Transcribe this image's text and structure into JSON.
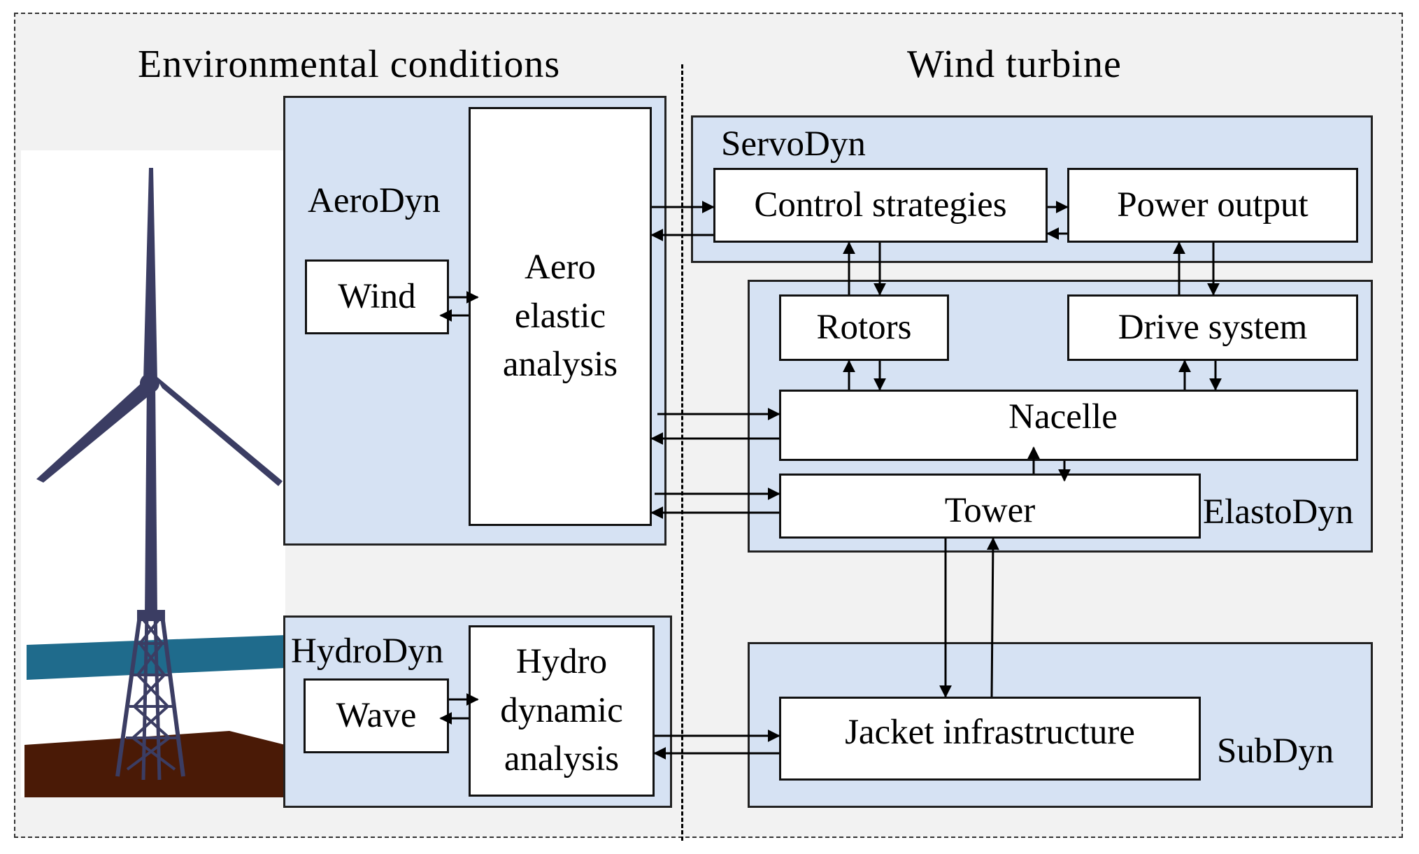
{
  "headings": {
    "environmental": "Environmental  conditions",
    "wind_turbine": "Wind turbine"
  },
  "modules": {
    "aerodyn": "AeroDyn",
    "hydrodyn": "HydroDyn",
    "servodyn": "ServoDyn",
    "elastodyn": "ElastoDyn",
    "subdyn": "SubDyn"
  },
  "boxes": {
    "wind": "Wind",
    "aero_analysis": [
      "Aero",
      "elastic",
      "analysis"
    ],
    "wave": "Wave",
    "hydro_analysis": [
      "Hydro",
      "dynamic",
      "analysis"
    ],
    "control": "Control  strategies",
    "power": "Power  output",
    "rotors": "Rotors",
    "drive": "Drive  system",
    "nacelle": "Nacelle",
    "tower": "Tower",
    "jacket": "Jacket  infrastructure"
  },
  "colors": {
    "module_fill": "#d6e2f3",
    "frame_fill": "#f2f2f2",
    "divider": "#2e6fc4",
    "turbine": "#3b3d63",
    "sea": "#1f6b8c",
    "seabed": "#4a1a06"
  }
}
